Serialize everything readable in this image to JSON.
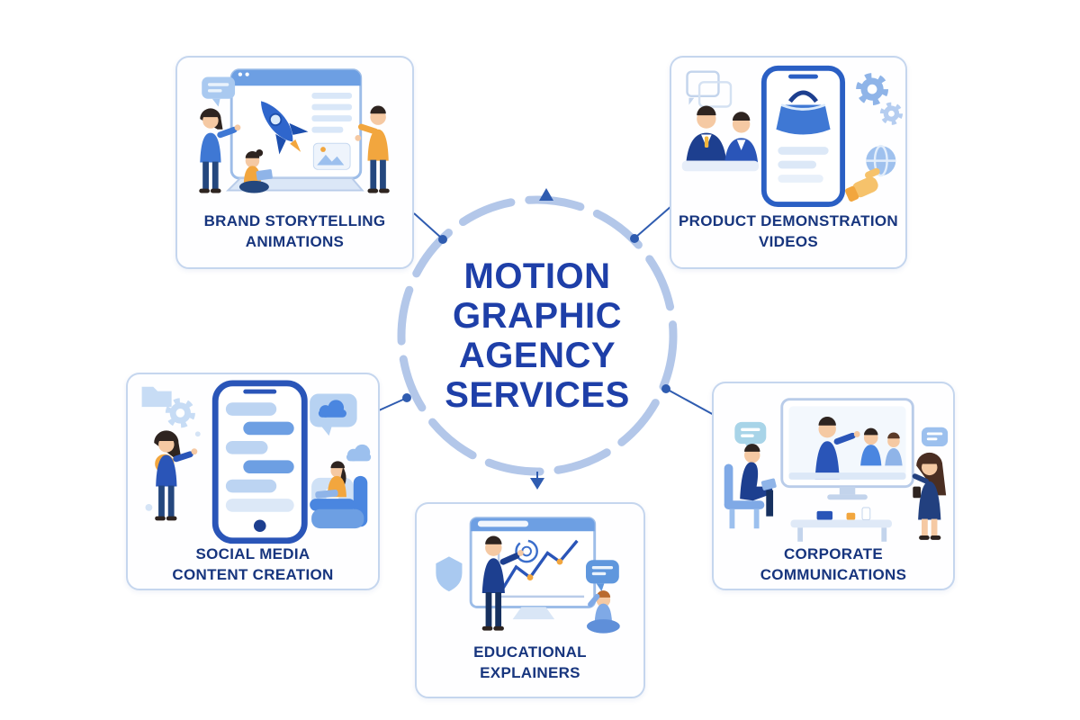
{
  "center": {
    "title": "MOTION\nGRAPHIC\nAGENCY\nSERVICES"
  },
  "cards": [
    {
      "label": "BRAND STORYTELLING\nANIMATIONS",
      "illustration": "brand-storytelling-illustration",
      "position": "top-left"
    },
    {
      "label": "PRODUCT DEMONSTRATION\nVIDEOS",
      "illustration": "product-demonstration-illustration",
      "position": "top-right"
    },
    {
      "label": "SOCIAL MEDIA\nCONTENT CREATION",
      "illustration": "social-media-illustration",
      "position": "middle-left"
    },
    {
      "label": "EDUCATIONAL\nEXPLAINERS",
      "illustration": "educational-explainers-illustration",
      "position": "bottom-center"
    },
    {
      "label": "CORPORATE\nCOMMUNICATIONS",
      "illustration": "corporate-communications-illustration",
      "position": "middle-right"
    }
  ],
  "diagram": {
    "type": "hub-and-spoke",
    "hub_shape": "dashed-circle",
    "connector_markers": [
      "dot-top-left",
      "arrow-up-top",
      "dot-top-right",
      "dot-middle-left",
      "arrow-down-bottom",
      "dot-middle-right"
    ]
  },
  "colors": {
    "title_blue": "#1e3fa8",
    "label_blue": "#17357e",
    "card_border": "#c5d6ee",
    "circle_dash": "#b3c7e9",
    "connector": "#2f5cb0",
    "illustration_primary_blue": "#2f66cc",
    "illustration_accent_orange": "#f2a63e"
  }
}
